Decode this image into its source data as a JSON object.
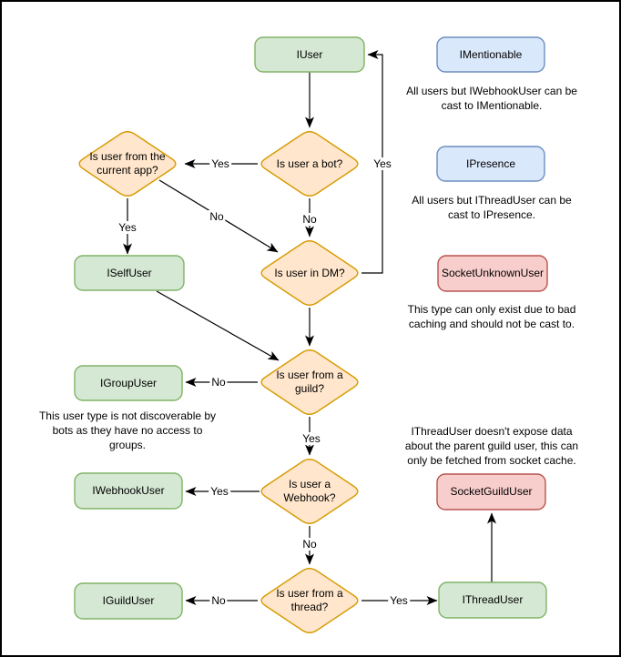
{
  "colors": {
    "canvas_bg": "#ffffff",
    "border": "#000000",
    "edge": "#000000",
    "text": "#000000",
    "green_fill": "#d5e8d4",
    "green_stroke": "#82b366",
    "blue_fill": "#dae8fc",
    "blue_stroke": "#6c8ebf",
    "red_fill": "#f8cecc",
    "red_stroke": "#b85450",
    "orange_fill": "#ffe6cc",
    "orange_stroke": "#d79b00"
  },
  "nodes": {
    "iuser": "IUser",
    "imentionable": "IMentionable",
    "ipresence": "IPresence",
    "socket_unknown_user": "SocketUnknownUser",
    "iself_user": "ISelfUser",
    "igroup_user": "IGroupUser",
    "iwebhook_user": "IWebhookUser",
    "iguild_user": "IGuildUser",
    "ithread_user": "IThreadUser",
    "socket_guild_user": "SocketGuildUser"
  },
  "decisions": {
    "is_bot": "Is user a bot?",
    "is_current_app": "Is user from the current app?",
    "is_dm": "Is user in DM?",
    "is_guild": "Is user from a guild?",
    "is_webhook": "Is user a Webhook?",
    "is_thread": "Is user from a thread?"
  },
  "edge_labels": {
    "bot_yes": "Yes",
    "bot_no": "No",
    "current_app_yes": "Yes",
    "current_app_no": "No",
    "dm_yes": "Yes",
    "guild_no": "No",
    "guild_yes": "Yes",
    "webhook_yes": "Yes",
    "webhook_no": "No",
    "thread_no": "No",
    "thread_yes": "Yes"
  },
  "annotations": {
    "imentionable_note": {
      "lines": [
        "All users but IWebhookUser can be",
        "cast to IMentionable."
      ]
    },
    "ipresence_note": {
      "lines": [
        "All users but IThreadUser can be",
        "cast to IPresence."
      ]
    },
    "socket_unknown_note": {
      "lines": [
        "This type can only exist due to bad",
        "caching and should not be cast to."
      ]
    },
    "igroup_note": {
      "lines": [
        "This user type is not discoverable by",
        "bots as they have no access to",
        "groups."
      ]
    },
    "thread_note": {
      "lines": [
        "IThreadUser doesn't expose data",
        "about the parent guild user, this can",
        "only be fetched from socket cache."
      ]
    }
  }
}
